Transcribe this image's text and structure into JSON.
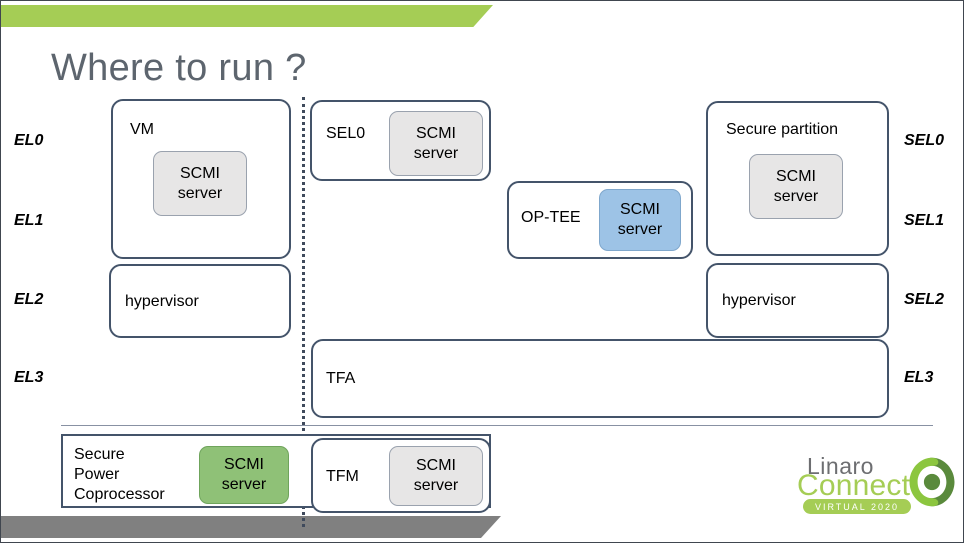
{
  "slide": {
    "title": "Where to run ?",
    "accent_green": "#a5cd55",
    "box_border": "#44546a",
    "chip_gray": "#e7e6e6",
    "chip_blue": "#9dc3e6",
    "chip_green": "#8fc177"
  },
  "left_levels": [
    {
      "label": "EL0"
    },
    {
      "label": "EL1"
    },
    {
      "label": "EL2"
    },
    {
      "label": "EL3"
    }
  ],
  "right_levels": [
    {
      "label": "SEL0"
    },
    {
      "label": "SEL1"
    },
    {
      "label": "SEL2"
    },
    {
      "label": "EL3"
    }
  ],
  "boxes": {
    "vm": {
      "label": "VM"
    },
    "hypervisor_ns": {
      "label": "hypervisor"
    },
    "sel0": {
      "label": "SEL0"
    },
    "optee": {
      "label": "OP-TEE"
    },
    "secure_partition": {
      "label": "Secure partition"
    },
    "hypervisor_s": {
      "label": "hypervisor"
    },
    "tfa": {
      "label": "TFA"
    },
    "secure_power_coprocessor": {
      "label": "Secure\nPower\nCoprocessor"
    },
    "tfm": {
      "label": "TFM"
    }
  },
  "chips": {
    "vm_scmi": {
      "line1": "SCMI",
      "line2": "server",
      "color": "gray"
    },
    "sel0_scmi": {
      "line1": "SCMI",
      "line2": "server",
      "color": "gray"
    },
    "optee_scmi": {
      "line1": "SCMI",
      "line2": "server",
      "color": "blue"
    },
    "sp_scmi": {
      "line1": "SCMI",
      "line2": "server",
      "color": "gray"
    },
    "spc_scmi": {
      "line1": "SCMI",
      "line2": "server",
      "color": "green"
    },
    "tfm_scmi": {
      "line1": "SCMI",
      "line2": "server",
      "color": "gray"
    }
  },
  "logo": {
    "word_top": "Linaro",
    "word_bottom": "Connect",
    "badge": "VIRTUAL 2020"
  }
}
